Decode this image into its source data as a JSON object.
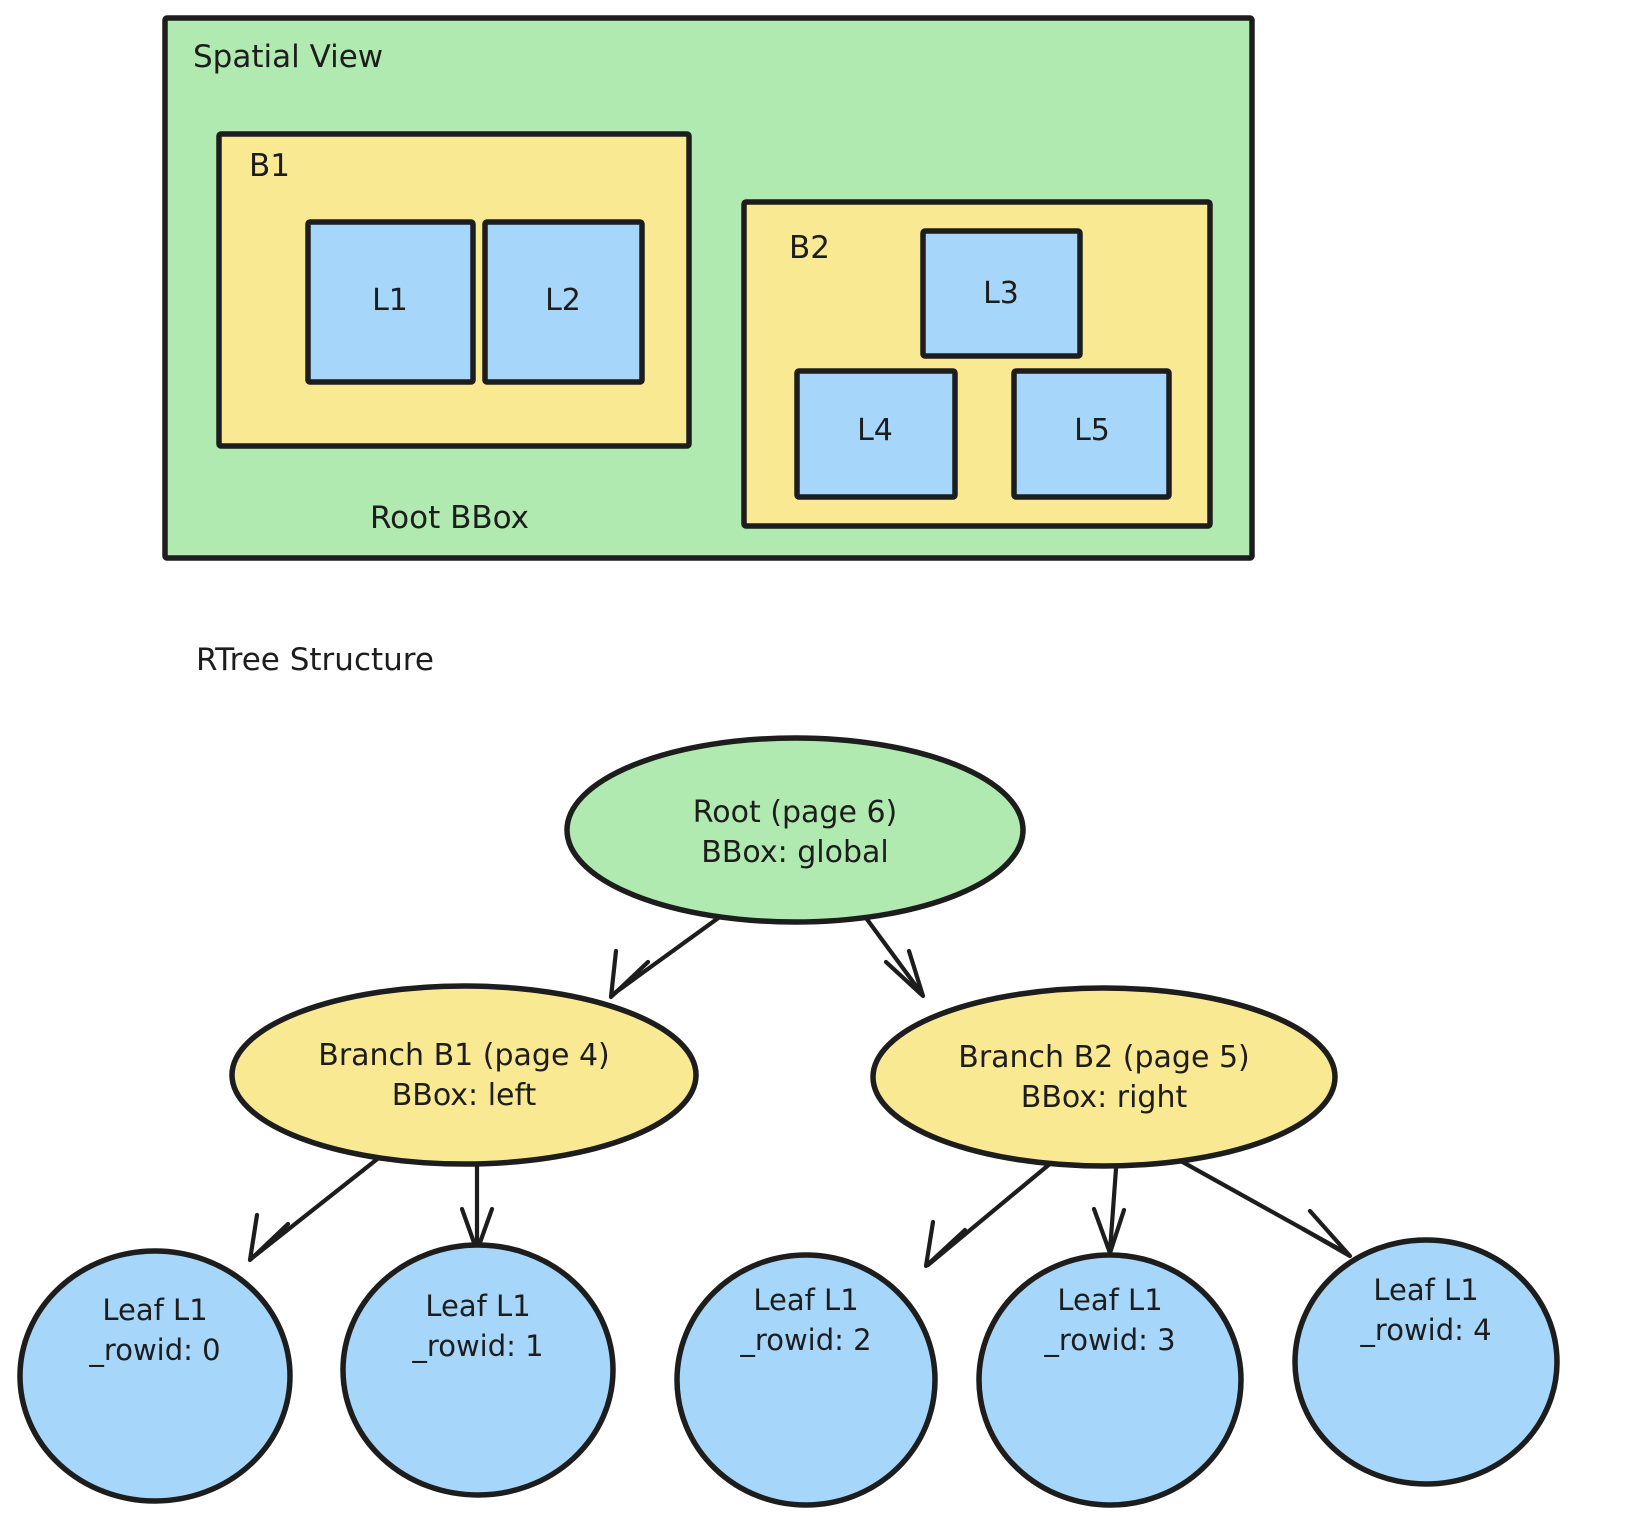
{
  "spatial": {
    "section_label": "Spatial View",
    "root_label": "Root BBox",
    "branches": [
      {
        "label": "B1"
      },
      {
        "label": "B2"
      }
    ],
    "leaves": [
      {
        "label": "L1"
      },
      {
        "label": "L2"
      },
      {
        "label": "L3"
      },
      {
        "label": "L4"
      },
      {
        "label": "L5"
      }
    ]
  },
  "tree": {
    "section_label": "RTree Structure",
    "root": {
      "line1": "Root (page 6)",
      "line2": "BBox: global"
    },
    "branches": [
      {
        "line1": "Branch B1 (page 4)",
        "line2": "BBox: left"
      },
      {
        "line1": "Branch B2 (page 5)",
        "line2": "BBox: right"
      }
    ],
    "leaves": [
      {
        "line1": "Leaf L1",
        "line2": "_rowid: 0"
      },
      {
        "line1": "Leaf L1",
        "line2": "_rowid: 1"
      },
      {
        "line1": "Leaf L1",
        "line2": "_rowid: 2"
      },
      {
        "line1": "Leaf L1",
        "line2": "_rowid: 3"
      },
      {
        "line1": "Leaf L1",
        "line2": "_rowid: 4"
      }
    ]
  },
  "colors": {
    "green": "#b1eab1",
    "yellow": "#fae993",
    "blue": "#a6d6f9",
    "stroke": "#1d1d1d",
    "background": "#ffffff"
  }
}
